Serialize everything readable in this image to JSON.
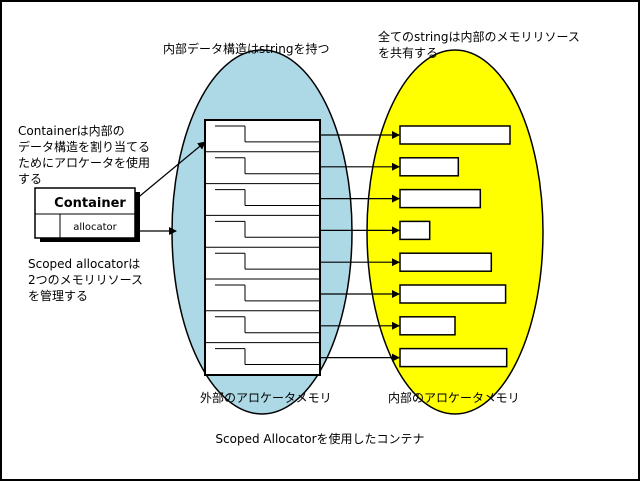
{
  "labels": {
    "top_left": "内部データ構造はstringを持つ",
    "top_right_1": "全てのstringは内部のメモリリソース",
    "top_right_2": "を共有する",
    "container_desc_1": "Containerは内部の",
    "container_desc_2": "データ構造を割り当てる",
    "container_desc_3": "ためにアロケータを使用",
    "container_desc_4": "する",
    "scoped_desc_1": "Scoped allocatorは",
    "scoped_desc_2": "2つのメモリリソース",
    "scoped_desc_3": "を管理する",
    "container_title": "Container",
    "allocator": "allocator",
    "outer_memory": "外部のアロケータメモリ",
    "inner_memory": "内部のアロケータメモリ",
    "caption": "Scoped Allocatorを使用したコンテナ"
  },
  "colors": {
    "outer_ellipse": "#add8e6",
    "inner_ellipse": "#ffff00",
    "line": "#000000"
  },
  "string_widths": [
    1.0,
    0.53,
    0.73,
    0.27,
    0.83,
    0.96,
    0.5,
    0.97
  ]
}
